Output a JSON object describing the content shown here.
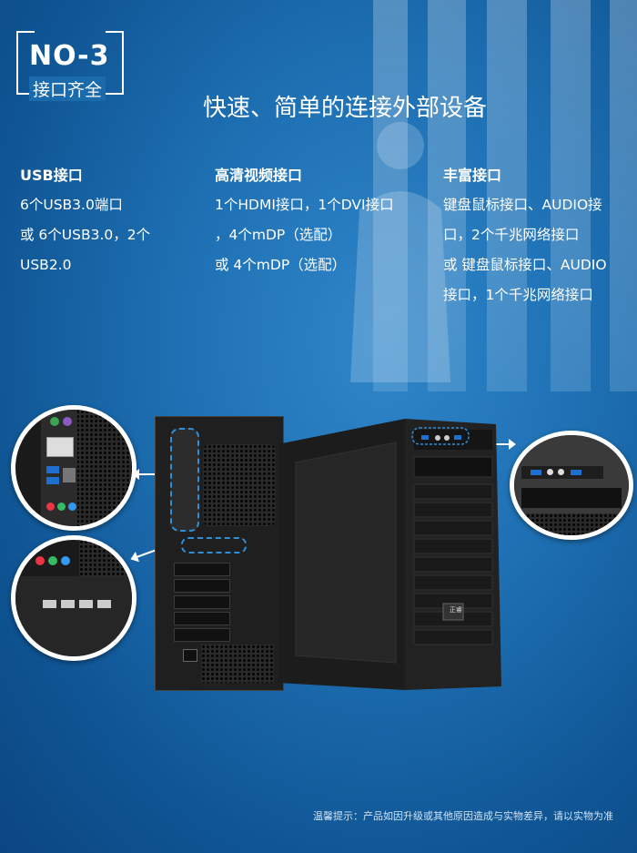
{
  "badge": {
    "number": "NO-3",
    "subtitle": "接口齐全"
  },
  "headline": "快速、简单的连接外部设备",
  "columns": [
    {
      "title": "USB接口",
      "lines": [
        "6个USB3.0端口",
        "或 6个USB3.0，2个",
        "USB2.0"
      ]
    },
    {
      "title": "高清视频接口",
      "lines": [
        "1个HDMI接口，1个DVI接口",
        "，4个mDP（选配）",
        "或 4个mDP（选配）"
      ]
    },
    {
      "title": "丰富接口",
      "lines": [
        "键盘鼠标接口、AUDIO接",
        "口，2个千兆网络接口",
        "或 键盘鼠标接口、AUDIO",
        "接口，1个千兆网络接口"
      ]
    }
  ],
  "front_logo": "正睿",
  "footer_note": "温馨提示：产品如因升级或其他原因造成与实物差异，请以实物为准",
  "colors": {
    "background": "#1d6fb2",
    "text": "#ffffff",
    "accent_dashed": "#2e8fd8"
  }
}
